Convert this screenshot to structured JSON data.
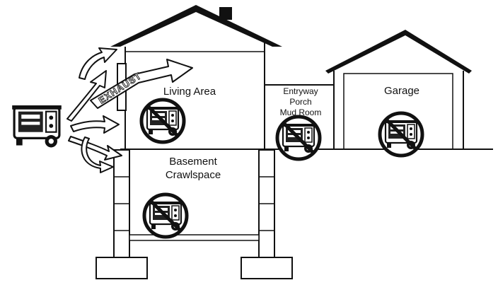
{
  "labels": {
    "exhaust": "EXHAUST",
    "living_area": "Living Area",
    "basement": "Basement",
    "crawlspace": "Crawlspace",
    "entryway": "Entryway",
    "porch": "Porch",
    "mud_room": "Mud Room",
    "garage": "Garage"
  },
  "icons": {
    "generator": "generator-icon",
    "prohibited": "no-generator-icon"
  },
  "colors": {
    "line": "#111111",
    "background": "#ffffff"
  }
}
